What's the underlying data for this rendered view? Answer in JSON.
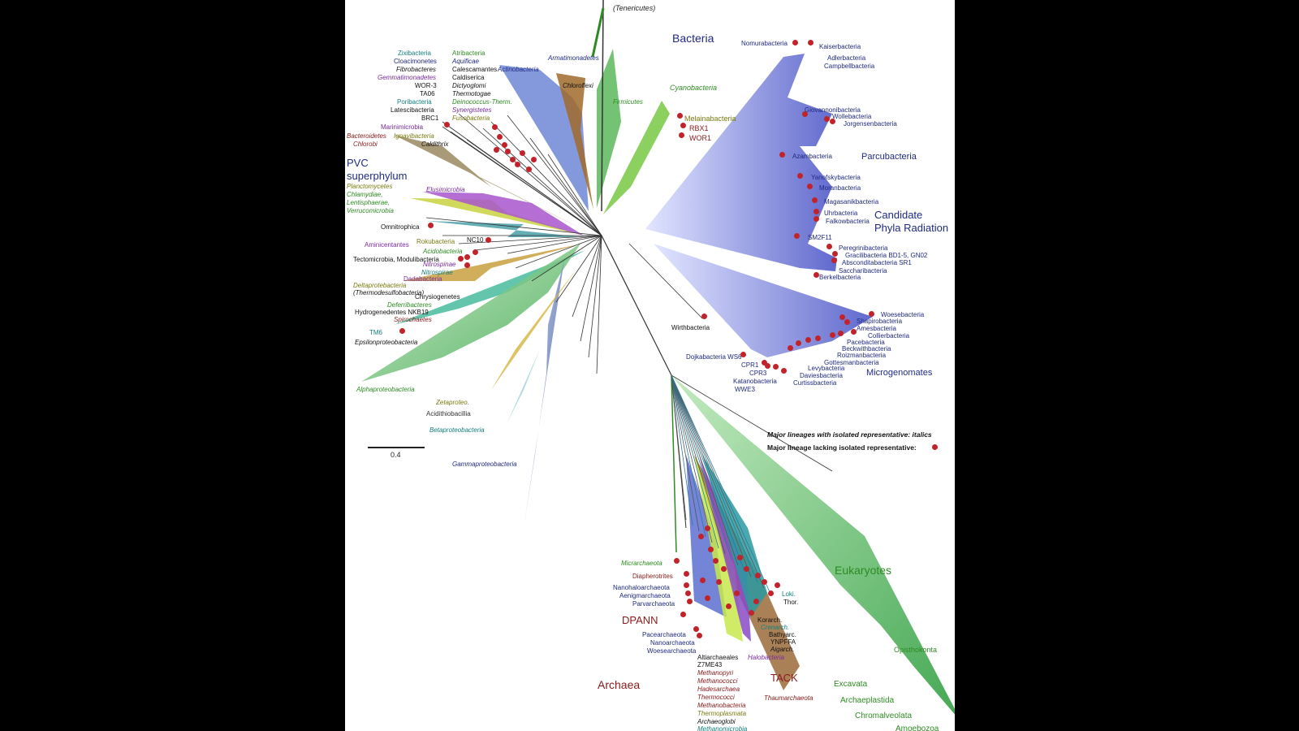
{
  "colors": {
    "bacteria": "#1f2a80",
    "parcu": "#5560c8",
    "green": "#2e8b22",
    "dark_red": "#8b1a1a",
    "purple": "#7a2aa0",
    "teal": "#14807e",
    "olive": "#7a7a10",
    "dot": "#c0242a"
  },
  "top_label": "(Tenericutes)",
  "domains": {
    "bacteria": "Bacteria",
    "archaea": "Archaea",
    "eukaryotes": "Eukaryotes"
  },
  "groups": {
    "pvc_1": "PVC",
    "pvc_2": "superphylum",
    "cpr_1": "Candidate",
    "cpr_2": "Phyla Radiation",
    "parcubacteria": "Parcubacteria",
    "microgenomates": "Microgenomates",
    "dpann": "DPANN",
    "tack": "TACK"
  },
  "scale_bar": {
    "label": "0.4"
  },
  "legend": {
    "line1": "Major lineages with isolated representative: italics",
    "line2": "Major lineage lacking isolated representative:"
  },
  "labels": [
    {
      "id": "zixibacteria",
      "text": "Zixibacteria"
    },
    {
      "id": "cloacimonetes",
      "text": "Cloacimonetes"
    },
    {
      "id": "fibrobacteres",
      "text": "Fibrobacteres"
    },
    {
      "id": "gemmatimonadetes",
      "text": "Gemmatimonadetes"
    },
    {
      "id": "wor3",
      "text": "WOR-3"
    },
    {
      "id": "ta06",
      "text": "TA06"
    },
    {
      "id": "poribacteria",
      "text": "Poribacteria"
    },
    {
      "id": "latescibacteria",
      "text": "Latescibacteria"
    },
    {
      "id": "brc1",
      "text": "BRC1"
    },
    {
      "id": "marinimicrobia",
      "text": "Marinimicrobia"
    },
    {
      "id": "bacteroidetes",
      "text": "Bacteroidetes"
    },
    {
      "id": "chlorobi",
      "text": "Chlorobi"
    },
    {
      "id": "ignavibacteria",
      "text": "Ignavibacteria"
    },
    {
      "id": "caldithrix",
      "text": "Caldithrix"
    },
    {
      "id": "atribacteria",
      "text": "Atribacteria"
    },
    {
      "id": "aquificae",
      "text": "Aquificae"
    },
    {
      "id": "calescamantes",
      "text": "Calescamantes"
    },
    {
      "id": "caldiserica",
      "text": "Caldiserica"
    },
    {
      "id": "dictyoglomi",
      "text": "Dictyoglomi"
    },
    {
      "id": "thermotogae",
      "text": "Thermotogae"
    },
    {
      "id": "deinococcus",
      "text": "Deinococcus-Therm."
    },
    {
      "id": "synergistetes",
      "text": "Synergistetes"
    },
    {
      "id": "fusobacteria",
      "text": "Fusobacteria"
    },
    {
      "id": "actinobacteria",
      "text": "Actinobacteria"
    },
    {
      "id": "armatimonadetes",
      "text": "Armatimonadetes"
    },
    {
      "id": "chloroflexi",
      "text": "Chloroflexi"
    },
    {
      "id": "firmicutes",
      "text": "Firmicutes"
    },
    {
      "id": "cyanobacteria",
      "text": "Cyanobacteria"
    },
    {
      "id": "melainabacteria",
      "text": "Melainabacteria"
    },
    {
      "id": "rbx1",
      "text": "RBX1"
    },
    {
      "id": "wor1",
      "text": "WOR1"
    },
    {
      "id": "planctomycetes",
      "text": "Planctomycetes"
    },
    {
      "id": "chlamydiae",
      "text": "Chlamydiae,"
    },
    {
      "id": "lentisphaerae",
      "text": "Lentisphaerae,"
    },
    {
      "id": "verrucomicrobia",
      "text": "Verrucomicrobia"
    },
    {
      "id": "elusimicrobia",
      "text": "Elusimicrobia"
    },
    {
      "id": "omnitrophica",
      "text": "Omnitrophica"
    },
    {
      "id": "rokubacteria",
      "text": "Rokubacteria"
    },
    {
      "id": "nc10",
      "text": "NC10"
    },
    {
      "id": "aminicentantes",
      "text": "Aminicentantes"
    },
    {
      "id": "acidobacteria",
      "text": "Acidobacteria"
    },
    {
      "id": "tectomicrobia",
      "text": "Tectomicrobia, Modulibacteria"
    },
    {
      "id": "nitrospinae",
      "text": "Nitrospinae"
    },
    {
      "id": "nitrospirae",
      "text": "Nitrospirae"
    },
    {
      "id": "dadabacteria",
      "text": "Dadabacteria"
    },
    {
      "id": "deltaproteobacteria",
      "text": "Deltaprotebacteria"
    },
    {
      "id": "thermodesulfobacteria",
      "text": "(Thermodesulfobacteria)"
    },
    {
      "id": "chrysiogenetes",
      "text": "Chrysiogenetes"
    },
    {
      "id": "deferribacteres",
      "text": "Deferribacteres"
    },
    {
      "id": "hydrogenedentes",
      "text": "Hydrogenedentes NKB19"
    },
    {
      "id": "spirochaetes",
      "text": "Spirochaetes"
    },
    {
      "id": "tm6",
      "text": "TM6"
    },
    {
      "id": "epsilonproteobacteria",
      "text": "Epsilonproteobacteria"
    },
    {
      "id": "alphaproteobacteria",
      "text": "Alphaproteobacteria"
    },
    {
      "id": "zetaproteo",
      "text": "Zetaproteo."
    },
    {
      "id": "acidithiobacillia",
      "text": "Acidithiobacillia"
    },
    {
      "id": "betaproteobacteria",
      "text": "Betaproteobacteria"
    },
    {
      "id": "gammaproteobacteria",
      "text": "Gammaproteobacteria"
    },
    {
      "id": "nomurabacteria",
      "text": "Nomurabacteria"
    },
    {
      "id": "kaiserbacteria",
      "text": "Kaiserbacteria"
    },
    {
      "id": "adlerbacteria",
      "text": "Adlerbacteria"
    },
    {
      "id": "campbellbacteria",
      "text": "Campbellbacteria"
    },
    {
      "id": "giovannonibacteria",
      "text": "Giovannonibacteria"
    },
    {
      "id": "wollebacteria",
      "text": "Wollebacteria"
    },
    {
      "id": "jorgensenbacteria",
      "text": "Jorgensenbacteria"
    },
    {
      "id": "azambacteria",
      "text": "Azambacteria"
    },
    {
      "id": "yanofskybacteria",
      "text": "Yanofskybacteria"
    },
    {
      "id": "moranbacteria",
      "text": "Moranbacteria"
    },
    {
      "id": "magasanikbacteria",
      "text": "Magasanikbacteria"
    },
    {
      "id": "uhrbacteria",
      "text": "Uhrbacteria"
    },
    {
      "id": "falkowbacteria",
      "text": "Falkowbacteria"
    },
    {
      "id": "sm2f11",
      "text": "SM2F11"
    },
    {
      "id": "peregrinibacteria",
      "text": "Peregrinibacteria"
    },
    {
      "id": "gracilibacteria",
      "text": "Gracilibacteria BD1-5, GN02"
    },
    {
      "id": "absconditabacteria",
      "text": "Absconditabacteria SR1"
    },
    {
      "id": "saccharibacteria",
      "text": "Saccharibacteria"
    },
    {
      "id": "berkelbacteria",
      "text": "Berkelbacteria"
    },
    {
      "id": "woesebacteria",
      "text": "Woesebacteria"
    },
    {
      "id": "shapirobacteria",
      "text": "Shapirobacteria"
    },
    {
      "id": "amesbacteria",
      "text": "Amesbacteria"
    },
    {
      "id": "collierbacteria",
      "text": "Collierbacteria"
    },
    {
      "id": "pacebacteria",
      "text": "Pacebacteria"
    },
    {
      "id": "beckwithbacteria",
      "text": "Beckwithbacteria"
    },
    {
      "id": "roizmanbacteria",
      "text": "Roizmanbacteria"
    },
    {
      "id": "gottesmanbacteria",
      "text": "Gottesmanbacteria"
    },
    {
      "id": "levybacteria",
      "text": "Levybacteria"
    },
    {
      "id": "daviesbacteria",
      "text": "Daviesbacteria"
    },
    {
      "id": "curtissbacteria",
      "text": "Curtissbacteria"
    },
    {
      "id": "wirthbacteria",
      "text": "Wirthbacteria"
    },
    {
      "id": "dojkabacteria",
      "text": "Dojkabacteria WS6"
    },
    {
      "id": "cpr1",
      "text": "CPR1"
    },
    {
      "id": "cpr3",
      "text": "CPR3"
    },
    {
      "id": "katanobacteria",
      "text": "Katanobacteria"
    },
    {
      "id": "wwe3",
      "text": "WWE3"
    },
    {
      "id": "micrarchaeota",
      "text": "Micrarchaeota"
    },
    {
      "id": "diapherotrites",
      "text": "Diapherotrites"
    },
    {
      "id": "nanohaloarchaeota",
      "text": "Nanohaloarchaeota"
    },
    {
      "id": "aenigmarchaeota",
      "text": "Aenigmarchaeota"
    },
    {
      "id": "parvarchaeota",
      "text": "Parvarchaeota"
    },
    {
      "id": "pacearchaeota",
      "text": "Pacearchaeota"
    },
    {
      "id": "nanoarchaeota",
      "text": "Nanoarchaeota"
    },
    {
      "id": "woesearchaeota",
      "text": "Woesearchaeota"
    },
    {
      "id": "altiarchaeales",
      "text": "Altiarchaeales"
    },
    {
      "id": "z7me43",
      "text": "Z7ME43"
    },
    {
      "id": "methanopyri",
      "text": "Methanopyri"
    },
    {
      "id": "methanococci",
      "text": "Methanococci"
    },
    {
      "id": "hadesarchaea",
      "text": "Hadesarchaea"
    },
    {
      "id": "thermococci",
      "text": "Thermococci"
    },
    {
      "id": "methanobacteria",
      "text": "Methanobacteria"
    },
    {
      "id": "thermoplasmata",
      "text": "Thermoplasmata"
    },
    {
      "id": "archaeoglobi",
      "text": "Archaeoglobi"
    },
    {
      "id": "methanomicrobia",
      "text": "Methanomicrobia"
    },
    {
      "id": "halobacteria",
      "text": "Halobacteria"
    },
    {
      "id": "korarch",
      "text": "Korarch."
    },
    {
      "id": "crenarch",
      "text": "Crenarch."
    },
    {
      "id": "bathyarc",
      "text": "Bathyarc."
    },
    {
      "id": "ynpffa",
      "text": "YNPFFA"
    },
    {
      "id": "aigarch",
      "text": "Aigarch."
    },
    {
      "id": "loki",
      "text": "Loki."
    },
    {
      "id": "thor",
      "text": "Thor."
    },
    {
      "id": "thaumarchaeota",
      "text": "Thaumarchaeota"
    },
    {
      "id": "opisthokonta",
      "text": "Opisthokonta"
    },
    {
      "id": "excavata",
      "text": "Excavata"
    },
    {
      "id": "archaeplastida",
      "text": "Archaeplastida"
    },
    {
      "id": "chromalveolata",
      "text": "Chromalveolata"
    },
    {
      "id": "amoebozoa",
      "text": "Amoebozoa"
    }
  ]
}
